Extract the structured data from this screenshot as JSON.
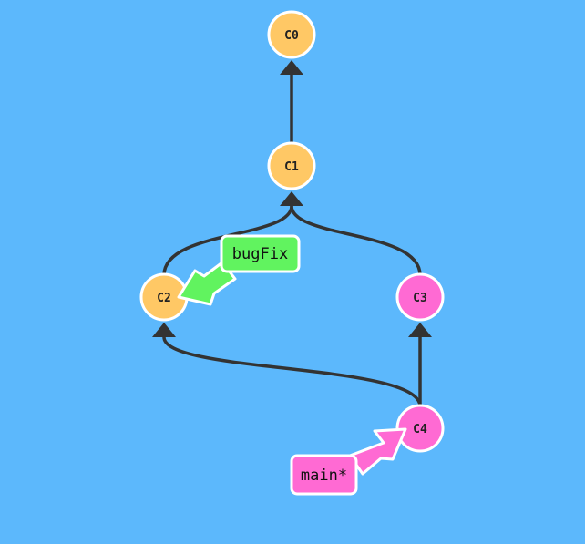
{
  "commits": [
    {
      "id": "C0",
      "color": "#ffc865"
    },
    {
      "id": "C1",
      "color": "#ffc865"
    },
    {
      "id": "C2",
      "color": "#ffc865"
    },
    {
      "id": "C3",
      "color": "#ff6ad3"
    },
    {
      "id": "C4",
      "color": "#ff6ad3"
    }
  ],
  "edges": [
    {
      "from": "C1",
      "to": "C0"
    },
    {
      "from": "C2",
      "to": "C1"
    },
    {
      "from": "C3",
      "to": "C1"
    },
    {
      "from": "C4",
      "to": "C3"
    },
    {
      "from": "C4",
      "to": "C2"
    }
  ],
  "branches": [
    {
      "name": "bugFix",
      "target": "C2",
      "color": "#61f35f"
    },
    {
      "name": "main*",
      "target": "C4",
      "color": "#ff6ad3"
    }
  ],
  "colors": {
    "background": "#5cb8fc",
    "edge": "#333333",
    "node_border": "#ffffff"
  }
}
